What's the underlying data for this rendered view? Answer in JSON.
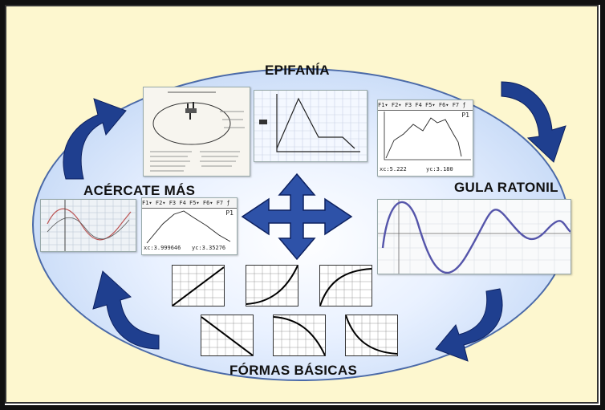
{
  "labels": {
    "top": "EPIFANÍA",
    "left": "ACÉRCATE MÁS",
    "right": "GULA RATONIL",
    "bottom": "FÓRMAS BÁSICAS"
  },
  "calc_top": {
    "label": "P1",
    "xc": "xc:5.222",
    "yc": "yc:3.180"
  },
  "calc_left": {
    "label": "P1",
    "xc": "xc:3.999646",
    "yc": "yc:3.35276"
  },
  "colors": {
    "background": "#fdf7cf",
    "ellipse": "#c8dbf7",
    "arrow": "#1f3f8f",
    "curve": "#5555aa"
  },
  "icons": [
    "curved-arrow-icon",
    "four-way-arrow-icon"
  ]
}
